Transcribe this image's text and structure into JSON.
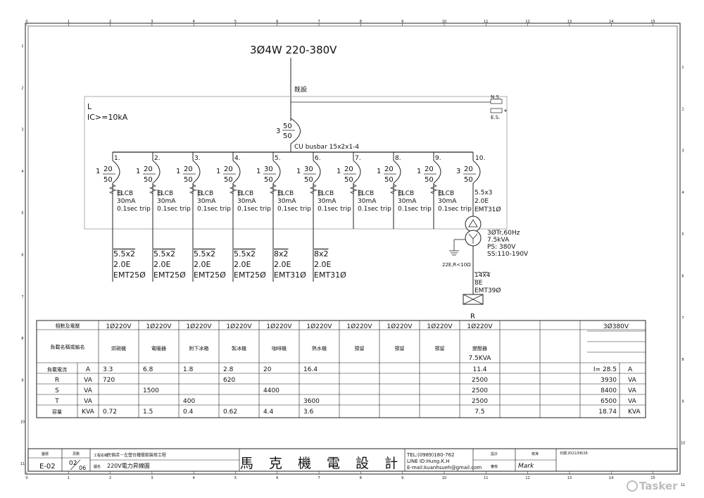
{
  "supply": {
    "label": "3Ø4W  220-380V",
    "note": "既設"
  },
  "panel": {
    "name": "L",
    "ic": "IC>=10kA",
    "ns": "N.S.",
    "es": "E.S."
  },
  "main_breaker": {
    "poles": "3",
    "top": "50",
    "bottom": "50",
    "busbar": "CU  busbar  15x2x1-4"
  },
  "branches": [
    {
      "id": "1.",
      "poles": "1",
      "top": "20",
      "bottom": "50",
      "elcb": [
        "ELCB",
        "30mA",
        "0.1sec trip"
      ],
      "cable": [
        "5.5x2",
        "2.0E",
        "EMT25Ø"
      ]
    },
    {
      "id": "2.",
      "poles": "1",
      "top": "20",
      "bottom": "50",
      "elcb": [
        "ELCB",
        "30mA",
        "0.1sec trip"
      ],
      "cable": [
        "5.5x2",
        "2.0E",
        "EMT25Ø"
      ]
    },
    {
      "id": "3.",
      "poles": "1",
      "top": "20",
      "bottom": "50",
      "elcb": [
        "ELCB",
        "30mA",
        "0.1sec trip"
      ],
      "cable": [
        "5.5x2",
        "2.0E",
        "EMT25Ø"
      ]
    },
    {
      "id": "4.",
      "poles": "1",
      "top": "20",
      "bottom": "50",
      "elcb": [
        "ELCB",
        "30mA",
        "0.1sec trip"
      ],
      "cable": [
        "5.5x2",
        "2.0E",
        "EMT25Ø"
      ]
    },
    {
      "id": "5.",
      "poles": "1",
      "top": "30",
      "bottom": "50",
      "elcb": [
        "ELCB",
        "30mA",
        "0.1sec trip"
      ],
      "cable": [
        "8x2",
        "2.0E",
        "EMT31Ø"
      ]
    },
    {
      "id": "6.",
      "poles": "1",
      "top": "30",
      "bottom": "50",
      "elcb": [
        "ELCB",
        "30mA",
        "0.1sec trip"
      ],
      "cable": [
        "8x2",
        "2.0E",
        "EMT31Ø"
      ]
    },
    {
      "id": "7.",
      "poles": "1",
      "top": "20",
      "bottom": "50",
      "elcb": [
        "ELCB",
        "30mA",
        "0.1sec trip"
      ],
      "cable": []
    },
    {
      "id": "8.",
      "poles": "1",
      "top": "20",
      "bottom": "50",
      "elcb": [
        "ELCB",
        "30mA",
        "0.1sec trip"
      ],
      "cable": []
    },
    {
      "id": "9.",
      "poles": "1",
      "top": "20",
      "bottom": "50",
      "elcb": [
        "ELCB",
        "30mA",
        "0.1sec trip"
      ],
      "cable": []
    }
  ],
  "branch10": {
    "id": "10.",
    "poles": "3",
    "top": "20",
    "bottom": "50",
    "cable": [
      "5.5x3",
      "2.0E",
      "EMT31Ø"
    ]
  },
  "transformer": {
    "lines": [
      "3ØTr,60Hz",
      "7.5kVA",
      "PS: 380V",
      "SS:110-190V"
    ],
    "ground": "22E,R<10Ω",
    "out_cable": [
      "14x4",
      "8E",
      "EMT39Ø"
    ],
    "label": "R"
  },
  "table": {
    "header_label": "相數及電壓",
    "load_label": "負載名稱或編名",
    "voltages": [
      "1Ø220V",
      "1Ø220V",
      "1Ø220V",
      "1Ø220V",
      "1Ø220V",
      "1Ø220V",
      "1Ø220V",
      "1Ø220V",
      "1Ø220V",
      "1Ø220V",
      "",
      ""
    ],
    "three_phase": "3Ø380V",
    "loads": [
      "烘碗機",
      "電暖器",
      "附下冰箱",
      "製冰機",
      "咖啡機",
      "熱水機",
      "預留",
      "預留",
      "預留",
      "變壓器 7.5KVA",
      "",
      ""
    ],
    "rows": [
      {
        "label": "負載電流",
        "unit": "A",
        "vals": [
          "3.3",
          "6.8",
          "1.8",
          "2.8",
          "20",
          "16.4",
          "",
          "",
          "",
          "11.4",
          "",
          ""
        ],
        "total": "I= 28.5",
        "tunit": "A"
      },
      {
        "label": "R",
        "unit": "VA",
        "vals": [
          "720",
          "",
          "",
          "620",
          "",
          "",
          "",
          "",
          "",
          "2500",
          "",
          ""
        ],
        "total": "3930",
        "tunit": "VA"
      },
      {
        "label": "S",
        "unit": "VA",
        "vals": [
          "",
          "1500",
          "",
          "",
          "4400",
          "",
          "",
          "",
          "",
          "2500",
          "",
          ""
        ],
        "total": "8400",
        "tunit": "VA"
      },
      {
        "label": "T",
        "unit": "VA",
        "vals": [
          "",
          "",
          "400",
          "",
          "",
          "3600",
          "",
          "",
          "",
          "2500",
          "",
          ""
        ],
        "total": "6500",
        "tunit": "VA"
      },
      {
        "label": "容量",
        "unit": "KVA",
        "vals": [
          "0.72",
          "1.5",
          "0.4",
          "0.62",
          "4.4",
          "3.6",
          "",
          "",
          "",
          "7.5",
          "",
          ""
        ],
        "total": "18.74",
        "tunit": "KVA"
      }
    ]
  },
  "title_block": {
    "drawing_no_label": "圖號",
    "drawing_no": "E-02",
    "sheet_label": "頁數",
    "sheet": "02",
    "sheets": "06",
    "project_label": "工程名稱",
    "project": "民宿店－左營台鐵餐飲裝修工程",
    "title_label": "圖名",
    "title": "220V電力昇線圖",
    "company": "馬 克 機 電 設 計",
    "tel": "TEL:(0989)180-762",
    "line": "LINE ID:Hung.K.H",
    "email": "E-mail:kuanhsueh@gmail.com",
    "drawn_label": "設計",
    "checked_label": "審核",
    "approved_label": "核准",
    "signature": "Mark",
    "date_label": "日期",
    "date": "2021/08/26"
  },
  "ruler_top": [
    "0",
    "1",
    "2",
    "3",
    "4",
    "5",
    "6",
    "7",
    "8",
    "9",
    "10",
    "11",
    "12",
    "13",
    "14",
    "15"
  ],
  "ruler_left": [
    "1",
    "2",
    "3",
    "4",
    "5",
    "6",
    "7",
    "8",
    "9",
    "10",
    "11"
  ],
  "watermark": "Tasker"
}
